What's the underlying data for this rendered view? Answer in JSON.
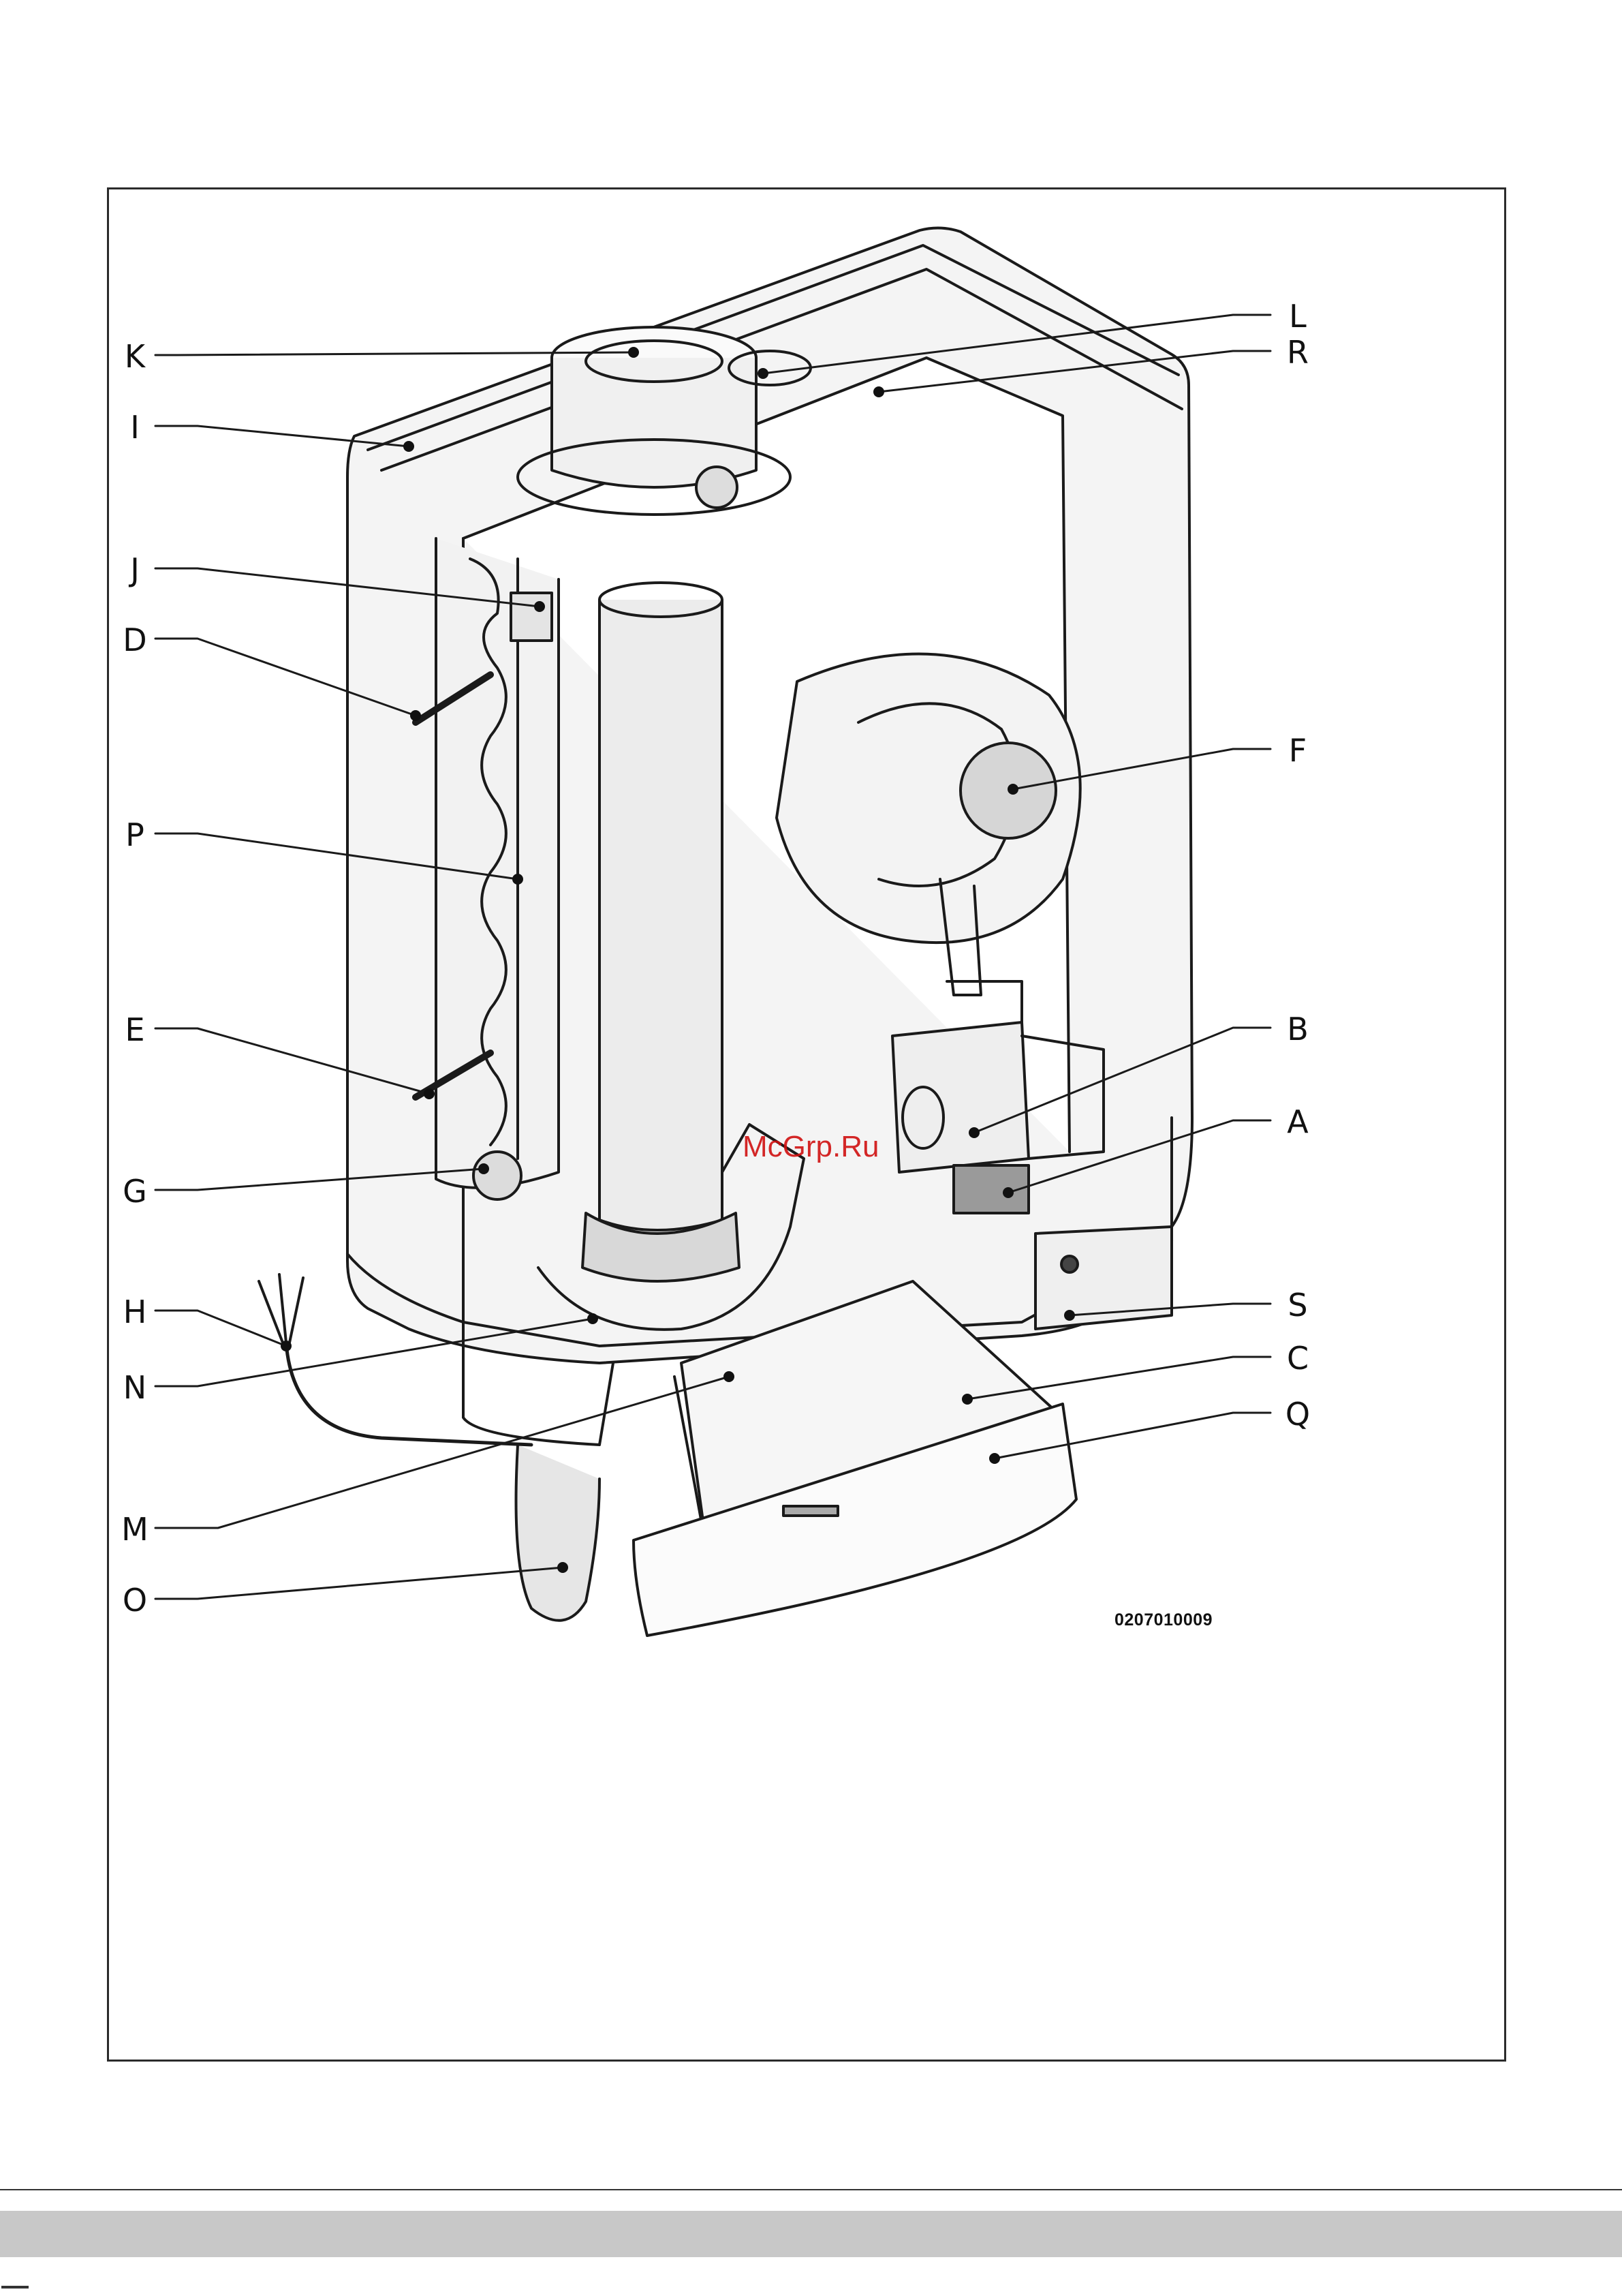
{
  "labels": {
    "K": "K",
    "I": "I",
    "J": "J",
    "D": "D",
    "P": "P",
    "E": "E",
    "G": "G",
    "H": "H",
    "N": "N",
    "M": "M",
    "O": "O",
    "L": "L",
    "R": "R",
    "F": "F",
    "B": "B",
    "A": "A",
    "S": "S",
    "C": "C",
    "Q": "Q"
  },
  "figure_code": "0207010009",
  "watermark": "McGrp.Ru",
  "colors": {
    "line": "#1a1a1a",
    "shade": "#e9e9e9",
    "footer": "#c8c8c8",
    "watermark": "#d01010"
  }
}
